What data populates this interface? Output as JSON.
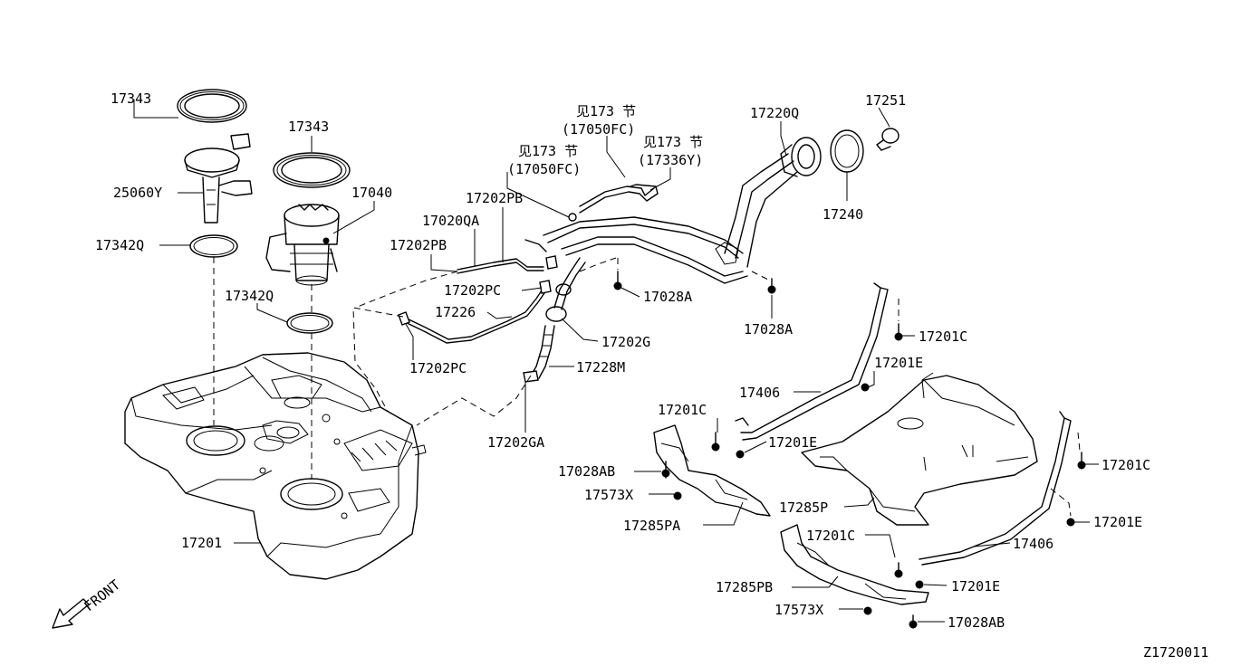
{
  "diagram_id": "Z1720011",
  "front_label": "FRONT",
  "labels": {
    "p17343a": "17343",
    "p17343b": "17343",
    "p25060y": "25060Y",
    "p17342q_a": "17342Q",
    "p17342q_b": "17342Q",
    "p17040": "17040",
    "p17201": "17201",
    "p17202pb_a": "17202PB",
    "p17020qa": "17020QA",
    "p17202pb_b": "17202PB",
    "p17202pc_a": "17202PC",
    "p17226": "17226",
    "p17202pc_b": "17202PC",
    "ref173_a_1": "见173 节",
    "ref173_a_2": "(17050FC)",
    "ref173_b_1": "见173 节",
    "ref173_b_2": "(17050FC)",
    "ref173_c_1": "见173 节",
    "ref173_c_2": "(17336Y)",
    "p17220q": "17220Q",
    "p17251": "17251",
    "p17240": "17240",
    "p17028a_a": "17028A",
    "p17028a_b": "17028A",
    "p17202g": "17202G",
    "p17228m": "17228M",
    "p17202ga": "17202GA",
    "p17201c_a": "17201C",
    "p17201e_a": "17201E",
    "p17406_a": "17406",
    "p17201c_b": "17201C",
    "p17201e_b": "17201E",
    "p17028ab_a": "17028AB",
    "p17573x_a": "17573X",
    "p17285pa": "17285PA",
    "p17285p": "17285P",
    "p17201c_c": "17201C",
    "p17201e_c": "17201E",
    "p17406_b": "17406",
    "p17201c_d": "17201C",
    "p17285pb": "17285PB",
    "p17201e_d": "17201E",
    "p17573x_b": "17573X",
    "p17028ab_b": "17028AB"
  }
}
